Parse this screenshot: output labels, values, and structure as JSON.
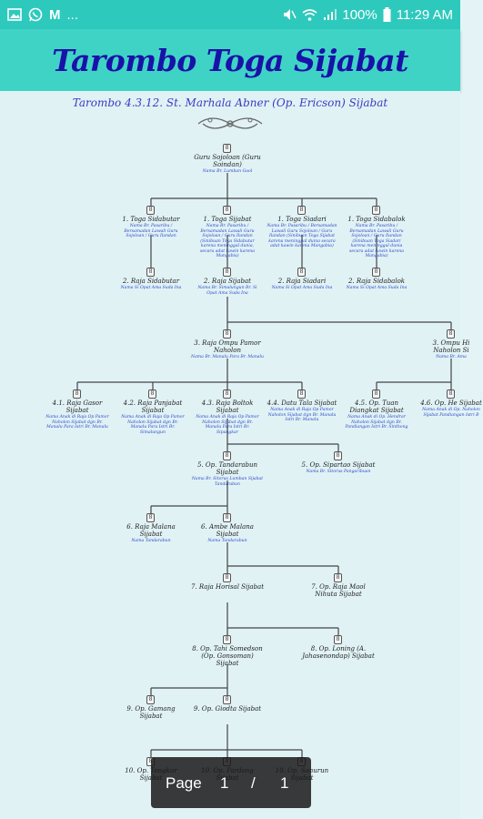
{
  "status_bar": {
    "carrier_label": "M",
    "more": "...",
    "battery": "100%",
    "time": "11:29 AM",
    "colors": {
      "bg": "#2ec9bd"
    }
  },
  "app": {
    "title": "Tarombo Toga Sijabat",
    "colors": {
      "header_bg": "#3fd3c6",
      "title": "#1a12a8"
    }
  },
  "document": {
    "title": "Tarombo 4.3.12. St. Marhala Abner (Op. Ericson) Sijabat",
    "nodes": [
      {
        "id": "n0",
        "name": "Guru Sojoloan (Guru Soindan)",
        "note": "Nama Br. Lumban Gaol"
      },
      {
        "id": "n1a",
        "name": "1. Toga Sidabutar",
        "note": "Nama Br. Pasaribu / Bersamadan Lawali Guru Sojoloan / Guru Ilandan"
      },
      {
        "id": "n1b",
        "name": "1. Toga Sijabat",
        "note": "Nama Br. Pasaribu / Bersamadan Lawali Guru Sojoloan / Guru Ilandan (Sinibuan Toga Sidabutar karena meninggal dunia, secara adat kawin karena Mangabia)"
      },
      {
        "id": "n1c",
        "name": "1. Toga Siadari",
        "note": "Nama Br. Pasaribu / Bersamadan Lawali Guru Sojoloan / Guru Ilandan (Sinibuan Toga Sijabat karena meninggal dunia secara adat kawin karena Mangabia)"
      },
      {
        "id": "n1d",
        "name": "1. Toga Sidabalok",
        "note": "Nama Br. Pasaribu / Bersamadan Lawali Guru Sojoloan / Guru Ilandan (Sinibuan Toga Siadari karena meninggal dunia secara adat kawin karena Mangabia)"
      },
      {
        "id": "n2a",
        "name": "2. Raja Sidabutar",
        "note": "Nama Si Opat Ama Suda Ina"
      },
      {
        "id": "n2b",
        "name": "2. Raja Sijabat",
        "note": "Nama Br. Simalungun Br. Si Opat Ama Suda Ina"
      },
      {
        "id": "n2c",
        "name": "2. Raja Siadari",
        "note": "Nama Si Opat Ama Suda Ina"
      },
      {
        "id": "n2d",
        "name": "2. Raja Sidabalok",
        "note": "Nama Si Opat Ama Suda Ina"
      },
      {
        "id": "n3a",
        "name": "3. Raja Ompu Pamor Naholon",
        "note": "Nama Br. Manalu Para Br. Manalu"
      },
      {
        "id": "n3b",
        "name": "3. Ompu Hi Naholon Si",
        "note": "Nama Br. Ama"
      },
      {
        "id": "n4a",
        "name": "4.1. Raja Gasor Sijabat",
        "note": "Nama Anak di Raja Op Pamor Naholon Sijabat dgn Br. Manalu Para Istri Br. Manalu"
      },
      {
        "id": "n4b",
        "name": "4.2. Raja Panjabat Sijabat",
        "note": "Nama Anak di Raja Op Pamor Naholon Sijabat dgn Br. Manalu Para Istri Br. Simalungun"
      },
      {
        "id": "n4c",
        "name": "4.3. Raja Boltok Sijabat",
        "note": "Nama Anak di Raja Op Pamor Naholon Sijabat dgn Br. Manalu Para Istri Br. Sipangkar"
      },
      {
        "id": "n4d",
        "name": "4.4. Datu Tala Sijabat",
        "note": "Nama Anak di Raja Op Pamor Naholon Sijabat dgn Br. Manalu Istri Br. Manalu"
      },
      {
        "id": "n4e",
        "name": "4.5. Op. Tuan Diangkat Sijabat",
        "note": "Nama Anak di Op. Hendrar Naholon Sijabat dgn Br. Pandiangan Istri Br. Sinthong"
      },
      {
        "id": "n4f",
        "name": "4.6. Op. He Sijabat",
        "note": "Nama Anak di Op. Naholon Sijabat Pandiangan Istri B"
      },
      {
        "id": "n5a",
        "name": "5. Op. Tandarabun Sijabat",
        "note": "Nama Br. Sitorus Lumban Sijabat Tandarabun"
      },
      {
        "id": "n5b",
        "name": "5. Op. Sipartao Sijabat",
        "note": "Nama Br. Sitorus Pangaribuan"
      },
      {
        "id": "n6a",
        "name": "6. Raja Malana Sijabat",
        "note": "Nama Tandarabun"
      },
      {
        "id": "n6b",
        "name": "6. Ambe Malana Sijabat",
        "note": "Nama Tandarabun"
      },
      {
        "id": "n7a",
        "name": "7. Raja Horisal Sijabat",
        "note": ""
      },
      {
        "id": "n7b",
        "name": "7. Op. Raja Maol Nihuta Sijabat",
        "note": ""
      },
      {
        "id": "n8a",
        "name": "8. Op. Tahi Somedson (Op. Gonsoman) Sijabat",
        "note": ""
      },
      {
        "id": "n8b",
        "name": "8. Op. Loning (A. Jahasenondap) Sijabat",
        "note": ""
      },
      {
        "id": "n9a",
        "name": "9. Op. Gamang Sijabat",
        "note": ""
      },
      {
        "id": "n9b",
        "name": "9. Op. Giodta Sijabat",
        "note": ""
      },
      {
        "id": "n10a",
        "name": "10. Op. Tongkur Sijabat",
        "note": ""
      },
      {
        "id": "n10b",
        "name": "10. Op. Pardong Sijabat",
        "note": ""
      },
      {
        "id": "n10c",
        "name": "10. Op. Sanurun Sijabat",
        "note": ""
      }
    ],
    "badge_glyph": "8"
  },
  "pager": {
    "label": "Page",
    "current": "1",
    "separator": "/",
    "total": "1"
  }
}
